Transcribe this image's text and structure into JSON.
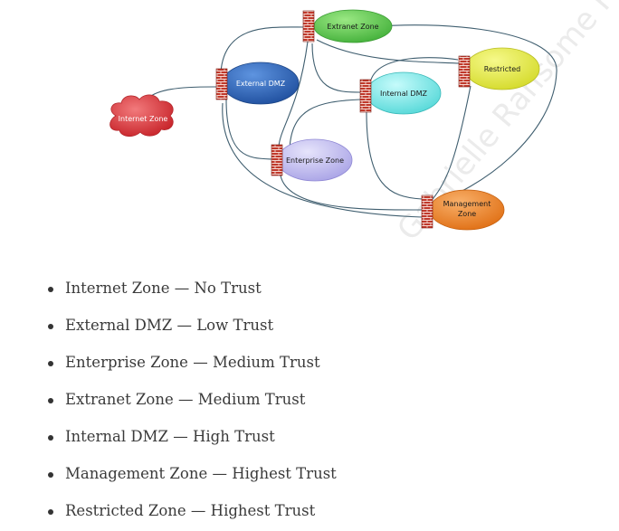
{
  "diagram": {
    "watermark": "Gabrielle Ransome Full Rights",
    "zones": {
      "internet": "Internet Zone",
      "external_dmz": "External DMZ",
      "extranet": "Extranet Zone",
      "restricted": "Restricted",
      "internal_dmz": "Internal DMZ",
      "enterprise": "Enterprise Zone",
      "management_line1": "Management",
      "management_line2": "Zone"
    },
    "colors": {
      "internet": "#e03a3e",
      "external_dmz": "#2f6cc4",
      "extranet": "#66cc55",
      "restricted": "#e6ec4a",
      "internal_dmz": "#86ecec",
      "enterprise": "#c9c5f2",
      "management": "#f08a2c",
      "connector": "#3f5e6f",
      "firewall": "#c0392b"
    }
  },
  "trust_list": [
    "Internet Zone — No Trust",
    "External DMZ — Low Trust",
    "Enterprise Zone — Medium Trust",
    "Extranet Zone — Medium Trust",
    "Internal DMZ — High Trust",
    "Management Zone — Highest Trust",
    "Restricted Zone — Highest Trust"
  ]
}
